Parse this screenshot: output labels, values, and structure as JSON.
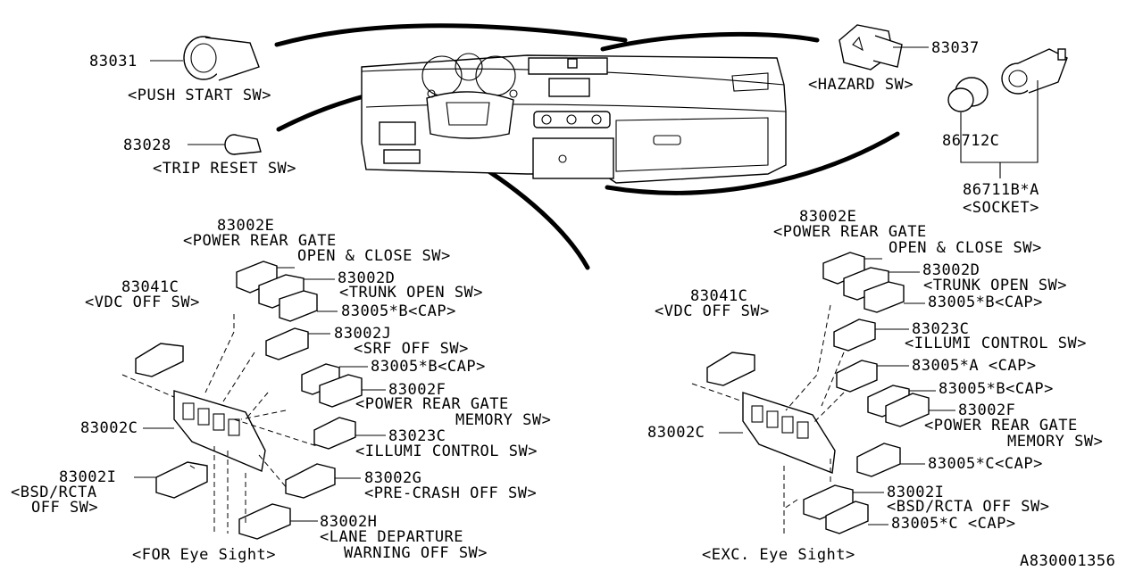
{
  "diagram_id": "A830001356",
  "top": {
    "push_start": {
      "part": "83031",
      "name": "<PUSH START SW>"
    },
    "trip_reset": {
      "part": "83028",
      "name": "<TRIP RESET SW>"
    },
    "hazard": {
      "part": "83037",
      "name": "<HAZARD SW>"
    },
    "socket_cap": {
      "part": "86712C"
    },
    "socket": {
      "part": "86711B*A",
      "name": "<SOCKET>"
    }
  },
  "left_group": {
    "caption": "<FOR Eye Sight>",
    "power_rear_gate_sw": {
      "part": "83002E",
      "line1": "<POWER REAR GATE",
      "line2": "OPEN & CLOSE SW>"
    },
    "trunk_open": {
      "part": "83002D",
      "name": "<TRUNK OPEN SW>"
    },
    "cap_b1": {
      "part": "83005*B<CAP>"
    },
    "vdc": {
      "part": "83041C",
      "name": "<VDC OFF SW>"
    },
    "srf": {
      "part": "83002J",
      "name": "<SRF OFF SW>"
    },
    "cap_b2": {
      "part": "83005*B<CAP>"
    },
    "memory_sw": {
      "part": "83002F",
      "line1": "<POWER REAR GATE",
      "line2": "MEMORY SW>"
    },
    "panel": {
      "part": "83002C"
    },
    "illumi": {
      "part": "83023C",
      "name": "<ILLUMI CONTROL SW>"
    },
    "bsd": {
      "part": "83002I",
      "line1": "<BSD/RCTA",
      "line2": "OFF SW>"
    },
    "pre_crash": {
      "part": "83002G",
      "name": "<PRE-CRASH OFF SW>"
    },
    "lane": {
      "part": "83002H",
      "line1": "<LANE DEPARTURE",
      "line2": "WARNING OFF SW>"
    }
  },
  "right_group": {
    "caption": "<EXC. Eye Sight>",
    "power_rear_gate_sw": {
      "part": "83002E",
      "line1": "<POWER REAR GATE",
      "line2": "OPEN & CLOSE SW>"
    },
    "trunk_open": {
      "part": "83002D",
      "name": "<TRUNK OPEN SW>"
    },
    "cap_b1": {
      "part": "83005*B<CAP>"
    },
    "vdc": {
      "part": "83041C",
      "name": "<VDC OFF SW>"
    },
    "illumi": {
      "part": "83023C",
      "name": "<ILLUMI CONTROL SW>"
    },
    "cap_a": {
      "part": "83005*A <CAP>"
    },
    "cap_b2": {
      "part": "83005*B<CAP>"
    },
    "memory_sw": {
      "part": "83002F",
      "line1": "<POWER REAR GATE",
      "line2": "MEMORY SW>"
    },
    "panel": {
      "part": "83002C"
    },
    "cap_c1": {
      "part": "83005*C<CAP>"
    },
    "bsd": {
      "part": "83002I",
      "name": "<BSD/RCTA OFF SW>"
    },
    "cap_c2": {
      "part": "83005*C <CAP>"
    }
  }
}
